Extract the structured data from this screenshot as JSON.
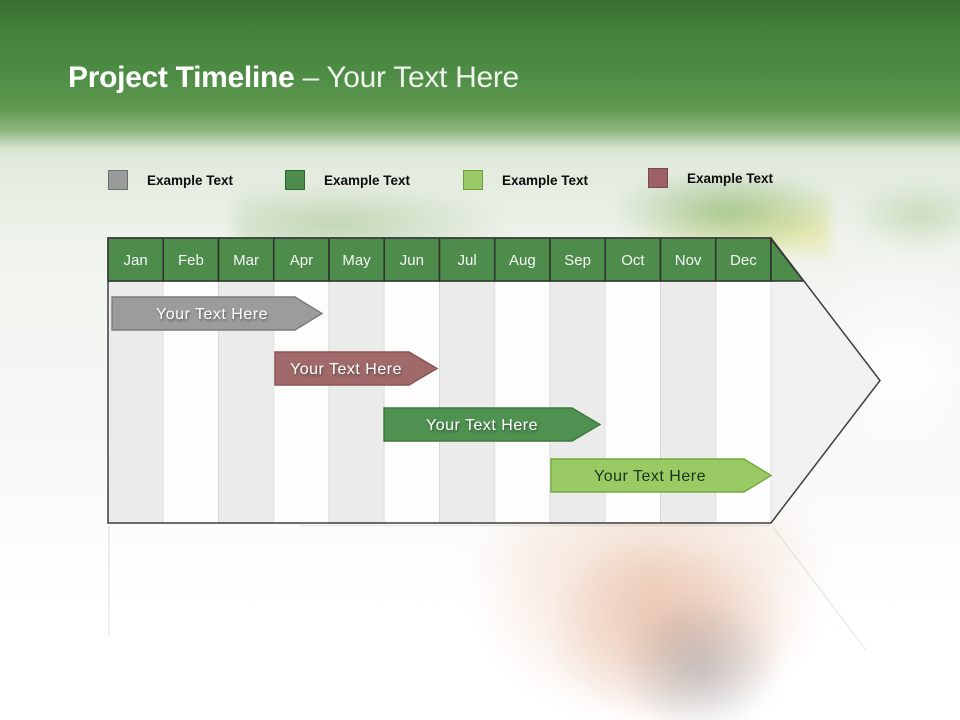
{
  "header": {
    "title_bold": "Project Timeline",
    "title_rest": "– Your Text Here",
    "band_top_color": "#386f30",
    "band_main_color": "#4f8d46",
    "title_color": "#ffffff"
  },
  "legend": {
    "items": [
      {
        "label": "Example Text",
        "swatch": "gray",
        "color": "#9b9b9b",
        "border": "#6f6f6f"
      },
      {
        "label": "Example Text",
        "swatch": "dark-green",
        "color": "#4e8c4b",
        "border": "#2d672d"
      },
      {
        "label": "Example Text",
        "swatch": "light-green",
        "color": "#9cc968",
        "border": "#6aa23a"
      },
      {
        "label": "Example Text",
        "swatch": "maroon",
        "color": "#9d6165",
        "border": "#774a4e"
      }
    ]
  },
  "timeline": {
    "months": [
      "Jan",
      "Feb",
      "Mar",
      "Apr",
      "May",
      "Jun",
      "Jul",
      "Aug",
      "Sep",
      "Oct",
      "Nov",
      "Dec"
    ],
    "month_header_fill": "#4e8c4b",
    "month_text_color": "#f5f5f5",
    "column_stripe_colors": [
      "#ebebeb",
      "#fdfdfd"
    ],
    "outline_color": "#3e3e3e",
    "bars": [
      {
        "label": "Your Text Here",
        "color": "#9c9c9c",
        "text_color": "#ffffff",
        "start_month": "Jan",
        "end_month": "Apr"
      },
      {
        "label": "Your Text Here",
        "color": "#a16a6a",
        "text_color": "#ffffff",
        "start_month": "Apr",
        "end_month": "Jul"
      },
      {
        "label": "Your Text Here",
        "color": "#4e9150",
        "text_color": "#ffffff",
        "start_month": "Jun",
        "end_month": "Oct"
      },
      {
        "label": "Your Text Here",
        "color": "#9aca64",
        "text_color": "#1c331c",
        "start_month": "Sep",
        "end_month": "Dec"
      }
    ]
  }
}
